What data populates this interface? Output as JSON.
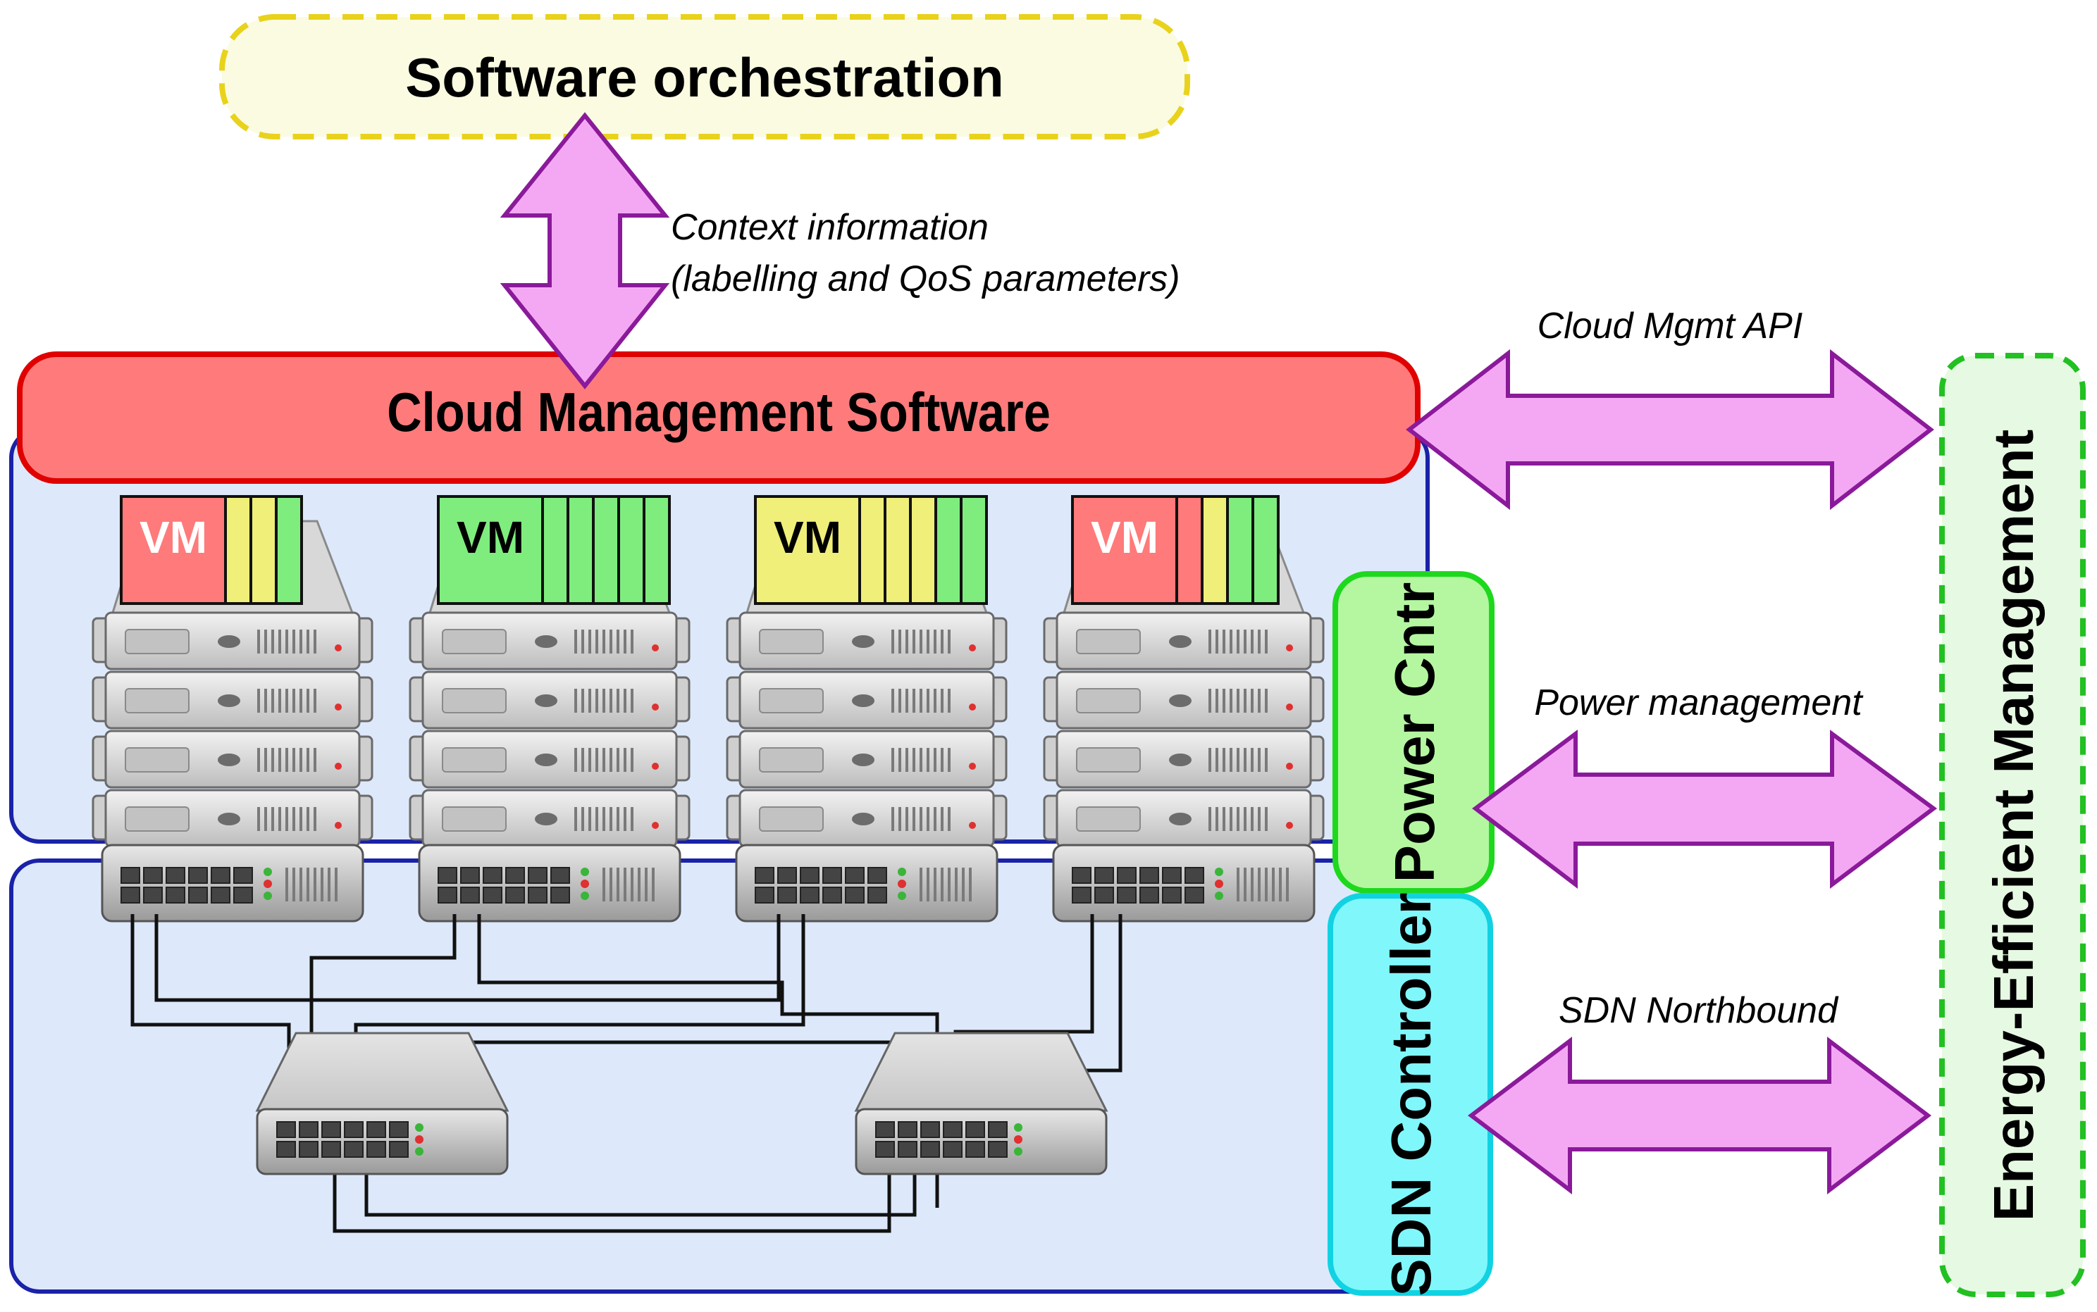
{
  "title_box": {
    "label": "Software orchestration"
  },
  "context": {
    "line1": "Context information",
    "line2": "(labelling and QoS parameters)"
  },
  "cloud_box": {
    "label": "Cloud Management Software"
  },
  "power_box": {
    "label": "Power Cntr"
  },
  "sdn_box": {
    "label": "SDN Controller"
  },
  "energy_box": {
    "label": "Energy-Efficient Management"
  },
  "arrows": {
    "cloud_api": "Cloud Mgmt API",
    "power": "Power management",
    "sdn": "SDN Northbound"
  },
  "vm_label": "VM",
  "colors": {
    "red": "#ff7a7a",
    "green": "#7eed7e",
    "yellow": "#efef7a",
    "arrow_fill": "#f4a8f4",
    "arrow_stroke": "#8a1a9a",
    "cloud_fill": "#ff7b7b",
    "cloud_stroke": "#e00000",
    "panel_fill": "#dde9fb",
    "panel_stroke": "#1a22a8",
    "power_fill": "#b4f7a0",
    "power_stroke": "#1ed81e",
    "sdn_fill": "#80f7fb",
    "sdn_stroke": "#11d2e2",
    "energy_fill": "#e6f9e2",
    "energy_stroke": "#22c022",
    "title_fill": "#fbfbe2",
    "title_stroke": "#e9d21c"
  },
  "servers": [
    {
      "label_color": "red",
      "tasks": [
        "yellow",
        "yellow",
        "green"
      ]
    },
    {
      "label_color": "green",
      "tasks": [
        "green",
        "green",
        "green",
        "green",
        "green"
      ]
    },
    {
      "label_color": "yellow",
      "tasks": [
        "yellow",
        "yellow",
        "yellow",
        "green",
        "green"
      ]
    },
    {
      "label_color": "red",
      "tasks": [
        "red",
        "yellow",
        "green",
        "green"
      ]
    }
  ]
}
